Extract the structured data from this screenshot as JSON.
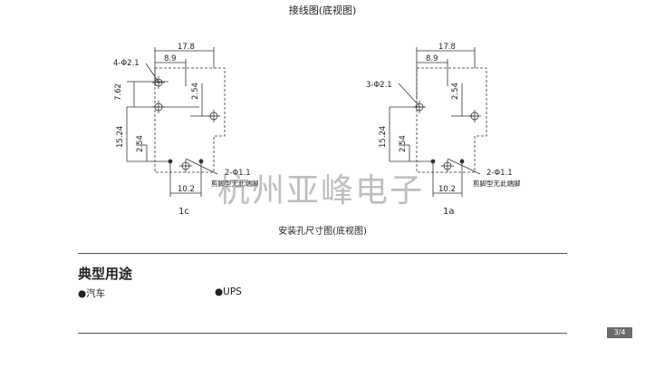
{
  "header": {
    "title": "接线图(底视图)"
  },
  "diagrams": {
    "left": {
      "label": "1c",
      "dims": {
        "width_178": "17.8",
        "width_89": "8.9",
        "holes": "4-Φ2.1",
        "v_762": "7.62",
        "v_254_top": "2.54",
        "v_1524": "15.24",
        "v_254_bottom": "2.54",
        "pins": "2-Φ1.1",
        "w_102": "10.2",
        "note": "剪脚型无此端脚"
      }
    },
    "right": {
      "label": "1a",
      "dims": {
        "width_178": "17.8",
        "width_89": "8.9",
        "holes": "3-Φ2.1",
        "v_254_top": "2.54",
        "v_1524": "15.24",
        "v_254_bottom": "2.54",
        "pins": "2-Φ1.1",
        "w_102": "10.2",
        "note": "剪脚型无此端脚"
      }
    }
  },
  "watermark": "杭州亚峰电子",
  "mount_caption": "安装孔尺寸图(底视图)",
  "section": {
    "title": "典型用途",
    "items": [
      "●汽车",
      "●UPS"
    ]
  },
  "page_number": "3/4"
}
